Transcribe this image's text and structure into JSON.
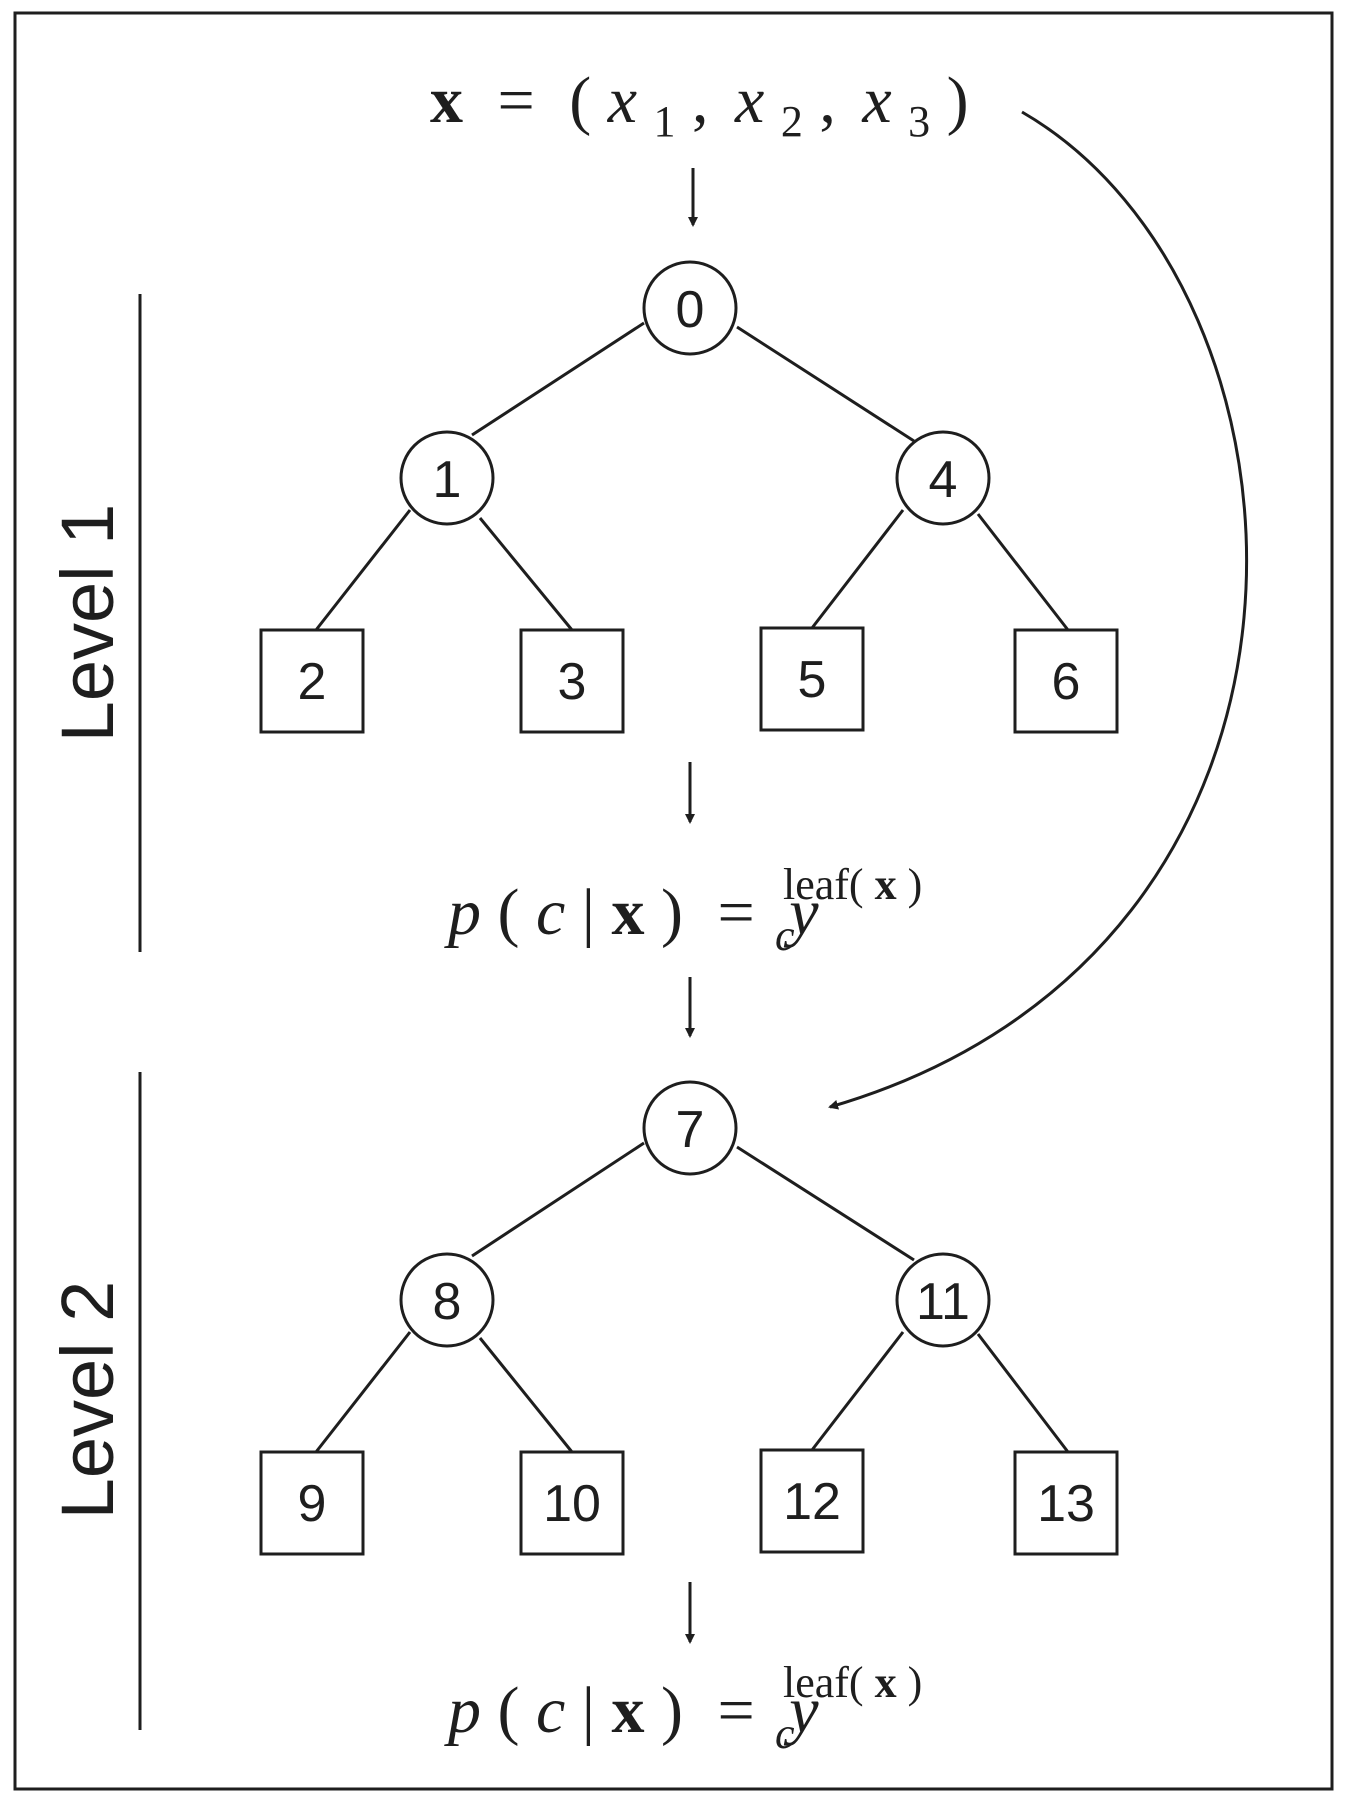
{
  "input_formula": {
    "x_bold": "x",
    "equals": "=",
    "open": "(",
    "x": "x",
    "sub1": "1",
    "comma": ",",
    "sub2": "2",
    "sub3": "3",
    "close": ")"
  },
  "output_formula": {
    "p": "p",
    "open": "(",
    "c": "c",
    "bar": "|",
    "x_bold": "x",
    "close": ")",
    "equals": "=",
    "y": "y",
    "sub_c": "c",
    "sup_leaf": "leaf(",
    "sup_x": "x",
    "sup_close": ")"
  },
  "levels": [
    {
      "label": "Level 1",
      "root": "0",
      "internal": [
        "1",
        "4"
      ],
      "leaves": [
        "2",
        "3",
        "5",
        "6"
      ]
    },
    {
      "label": "Level 2",
      "root": "7",
      "internal": [
        "8",
        "11"
      ],
      "leaves": [
        "9",
        "10",
        "12",
        "13"
      ]
    }
  ],
  "colors": {
    "stroke": "#1e1e1e",
    "background": "#ffffff"
  }
}
